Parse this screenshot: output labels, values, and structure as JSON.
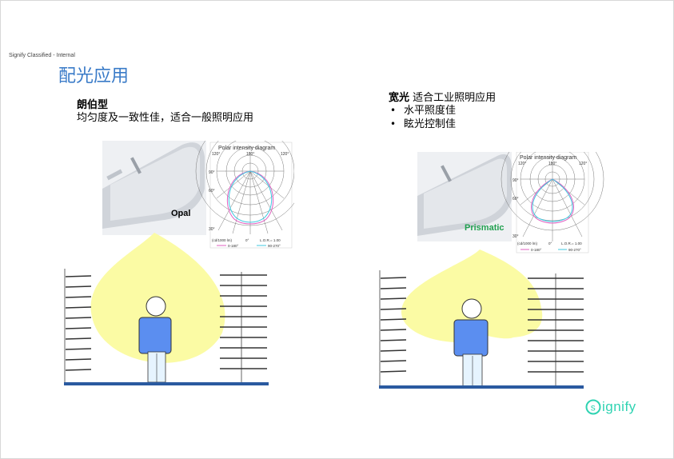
{
  "header": {
    "classification": "Signify Classified - Internal",
    "title": "配光应用"
  },
  "left": {
    "heading": "朗伯型",
    "description": "均匀度及一致性佳，适合一般照明应用",
    "fixture_label": "Opal",
    "diagram": {
      "title": "Polar intensity diagram",
      "angles_top": [
        "120°",
        "180°",
        "120°"
      ],
      "angles_side": [
        "90°",
        "60°",
        "30°"
      ],
      "footer_left": "(cd/1000 lm)",
      "footer_mid": "0°",
      "footer_lor": "L.O.R.= 1.00",
      "legend": [
        "0-180°",
        "90-270°"
      ]
    }
  },
  "right": {
    "heading_bold": "宽光",
    "heading_rest": " 适合工业照明应用",
    "bullets": [
      "水平照度佳",
      "眩光控制佳"
    ],
    "fixture_label": "Prismatic",
    "diagram": {
      "title": "Polar intensity diagram",
      "angles_top": [
        "120°",
        "180°",
        "120°"
      ],
      "angles_side": [
        "90°",
        "60°",
        "30°"
      ],
      "footer_left": "(cd/1000 lm)",
      "footer_mid": "0°",
      "footer_lor": "L.O.R.= 1.00",
      "legend": [
        "0-180°",
        "90-270°"
      ]
    }
  },
  "brand": {
    "logo": "Signify"
  },
  "colors": {
    "title": "#3a7bc8",
    "beam": "#fbfba4",
    "person_body": "#5b8ef0",
    "floor": "#2a5aa0",
    "prismatic_label": "#22a050",
    "logo": "#2fd3b2",
    "curve_a": "#e060c0",
    "curve_b": "#40c8e0"
  }
}
